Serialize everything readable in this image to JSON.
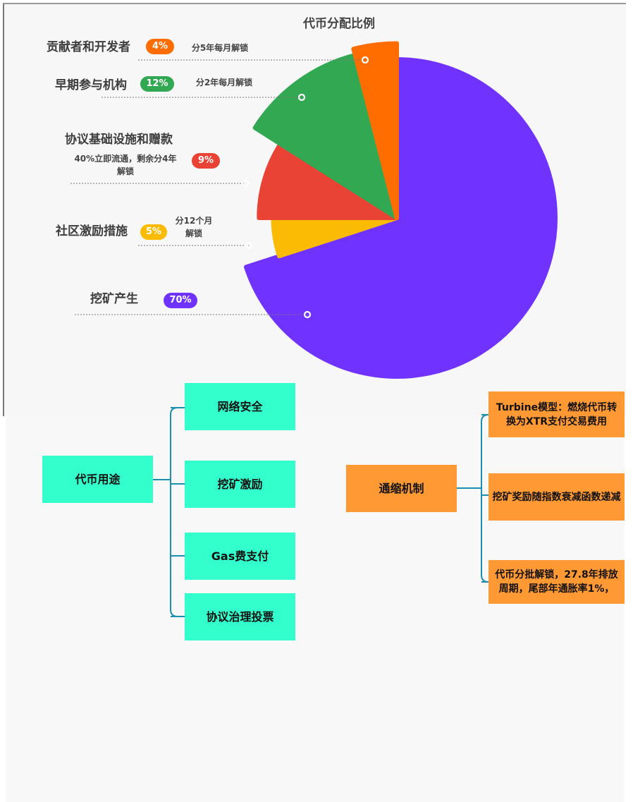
{
  "chart_data": {
    "type": "pie",
    "title": "代币分配比例",
    "slices": [
      {
        "label": "挖矿产生",
        "value": 70,
        "badge": "70%",
        "note": "",
        "color": "#7033ff"
      },
      {
        "label": "社区激励措施",
        "value": 5,
        "badge": "5%",
        "note": "分12个月解锁",
        "color": "#fbbb04"
      },
      {
        "label": "协议基础设施和赠款",
        "value": 9,
        "badge": "9%",
        "note": "40%立即流通，剩余分4年解锁",
        "color": "#e94335"
      },
      {
        "label": "早期参与机构",
        "value": 12,
        "badge": "12%",
        "note": "分2年每月解锁",
        "color": "#33a853"
      },
      {
        "label": "贡献者和开发者",
        "value": 4,
        "badge": "4%",
        "note": "分5年每月解锁",
        "color": "#ff6d00"
      }
    ]
  },
  "mindmap": {
    "usage": {
      "root": "代币用途",
      "items": [
        "网络安全",
        "挖矿激励",
        "Gas费支付",
        "协议治理投票"
      ]
    },
    "deflation": {
      "root": "通缩机制",
      "items": [
        "Turbine模型：燃烧代币转换为XTR支付交易费用",
        "挖矿奖励随指数衰减函数递减",
        "代币分批解锁，27.8年排放周期，尾部年通胀率1%，"
      ]
    }
  },
  "colors": {
    "teal_box": "#33ffcc",
    "orange_box": "#ff9933",
    "connector": "#1a8fb0"
  }
}
